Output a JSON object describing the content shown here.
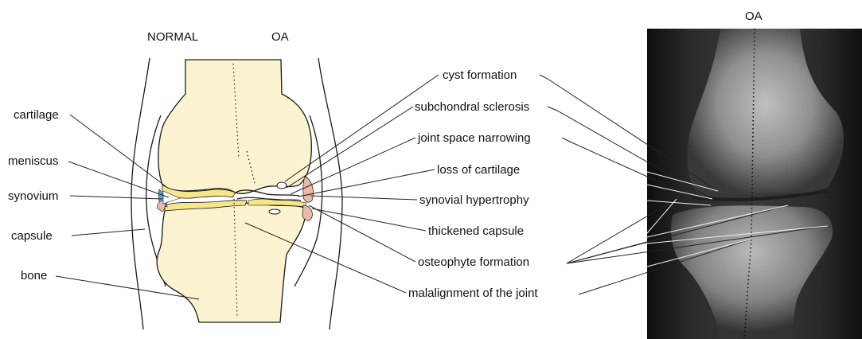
{
  "titles": {
    "normal": "NORMAL",
    "oa_left": "OA",
    "oa_xray": "OA"
  },
  "left_labels": {
    "cartilage": "cartilage",
    "meniscus": "meniscus",
    "synovium": "synovium",
    "capsule": "capsule",
    "bone": "bone"
  },
  "right_labels": {
    "cyst_formation": "cyst formation",
    "subchondral_sclerosis": "subchondral sclerosis",
    "joint_space_narrowing": "joint space narrowing",
    "loss_of_cartilage": "loss of cartilage",
    "synovial_hypertrophy": "synovial hypertrophy",
    "thickened_capsule": "thickened capsule",
    "osteophyte_formation": "osteophyte formation",
    "malalignment": "malalignment of the joint"
  },
  "colors": {
    "bone": "#fbf3cf",
    "cartilage_yellow": "#f6e58a",
    "synovium_blue": "#5aa9d6",
    "capsule_pink": "#e8b9a6",
    "xray_dark": "#1a1a1a"
  }
}
